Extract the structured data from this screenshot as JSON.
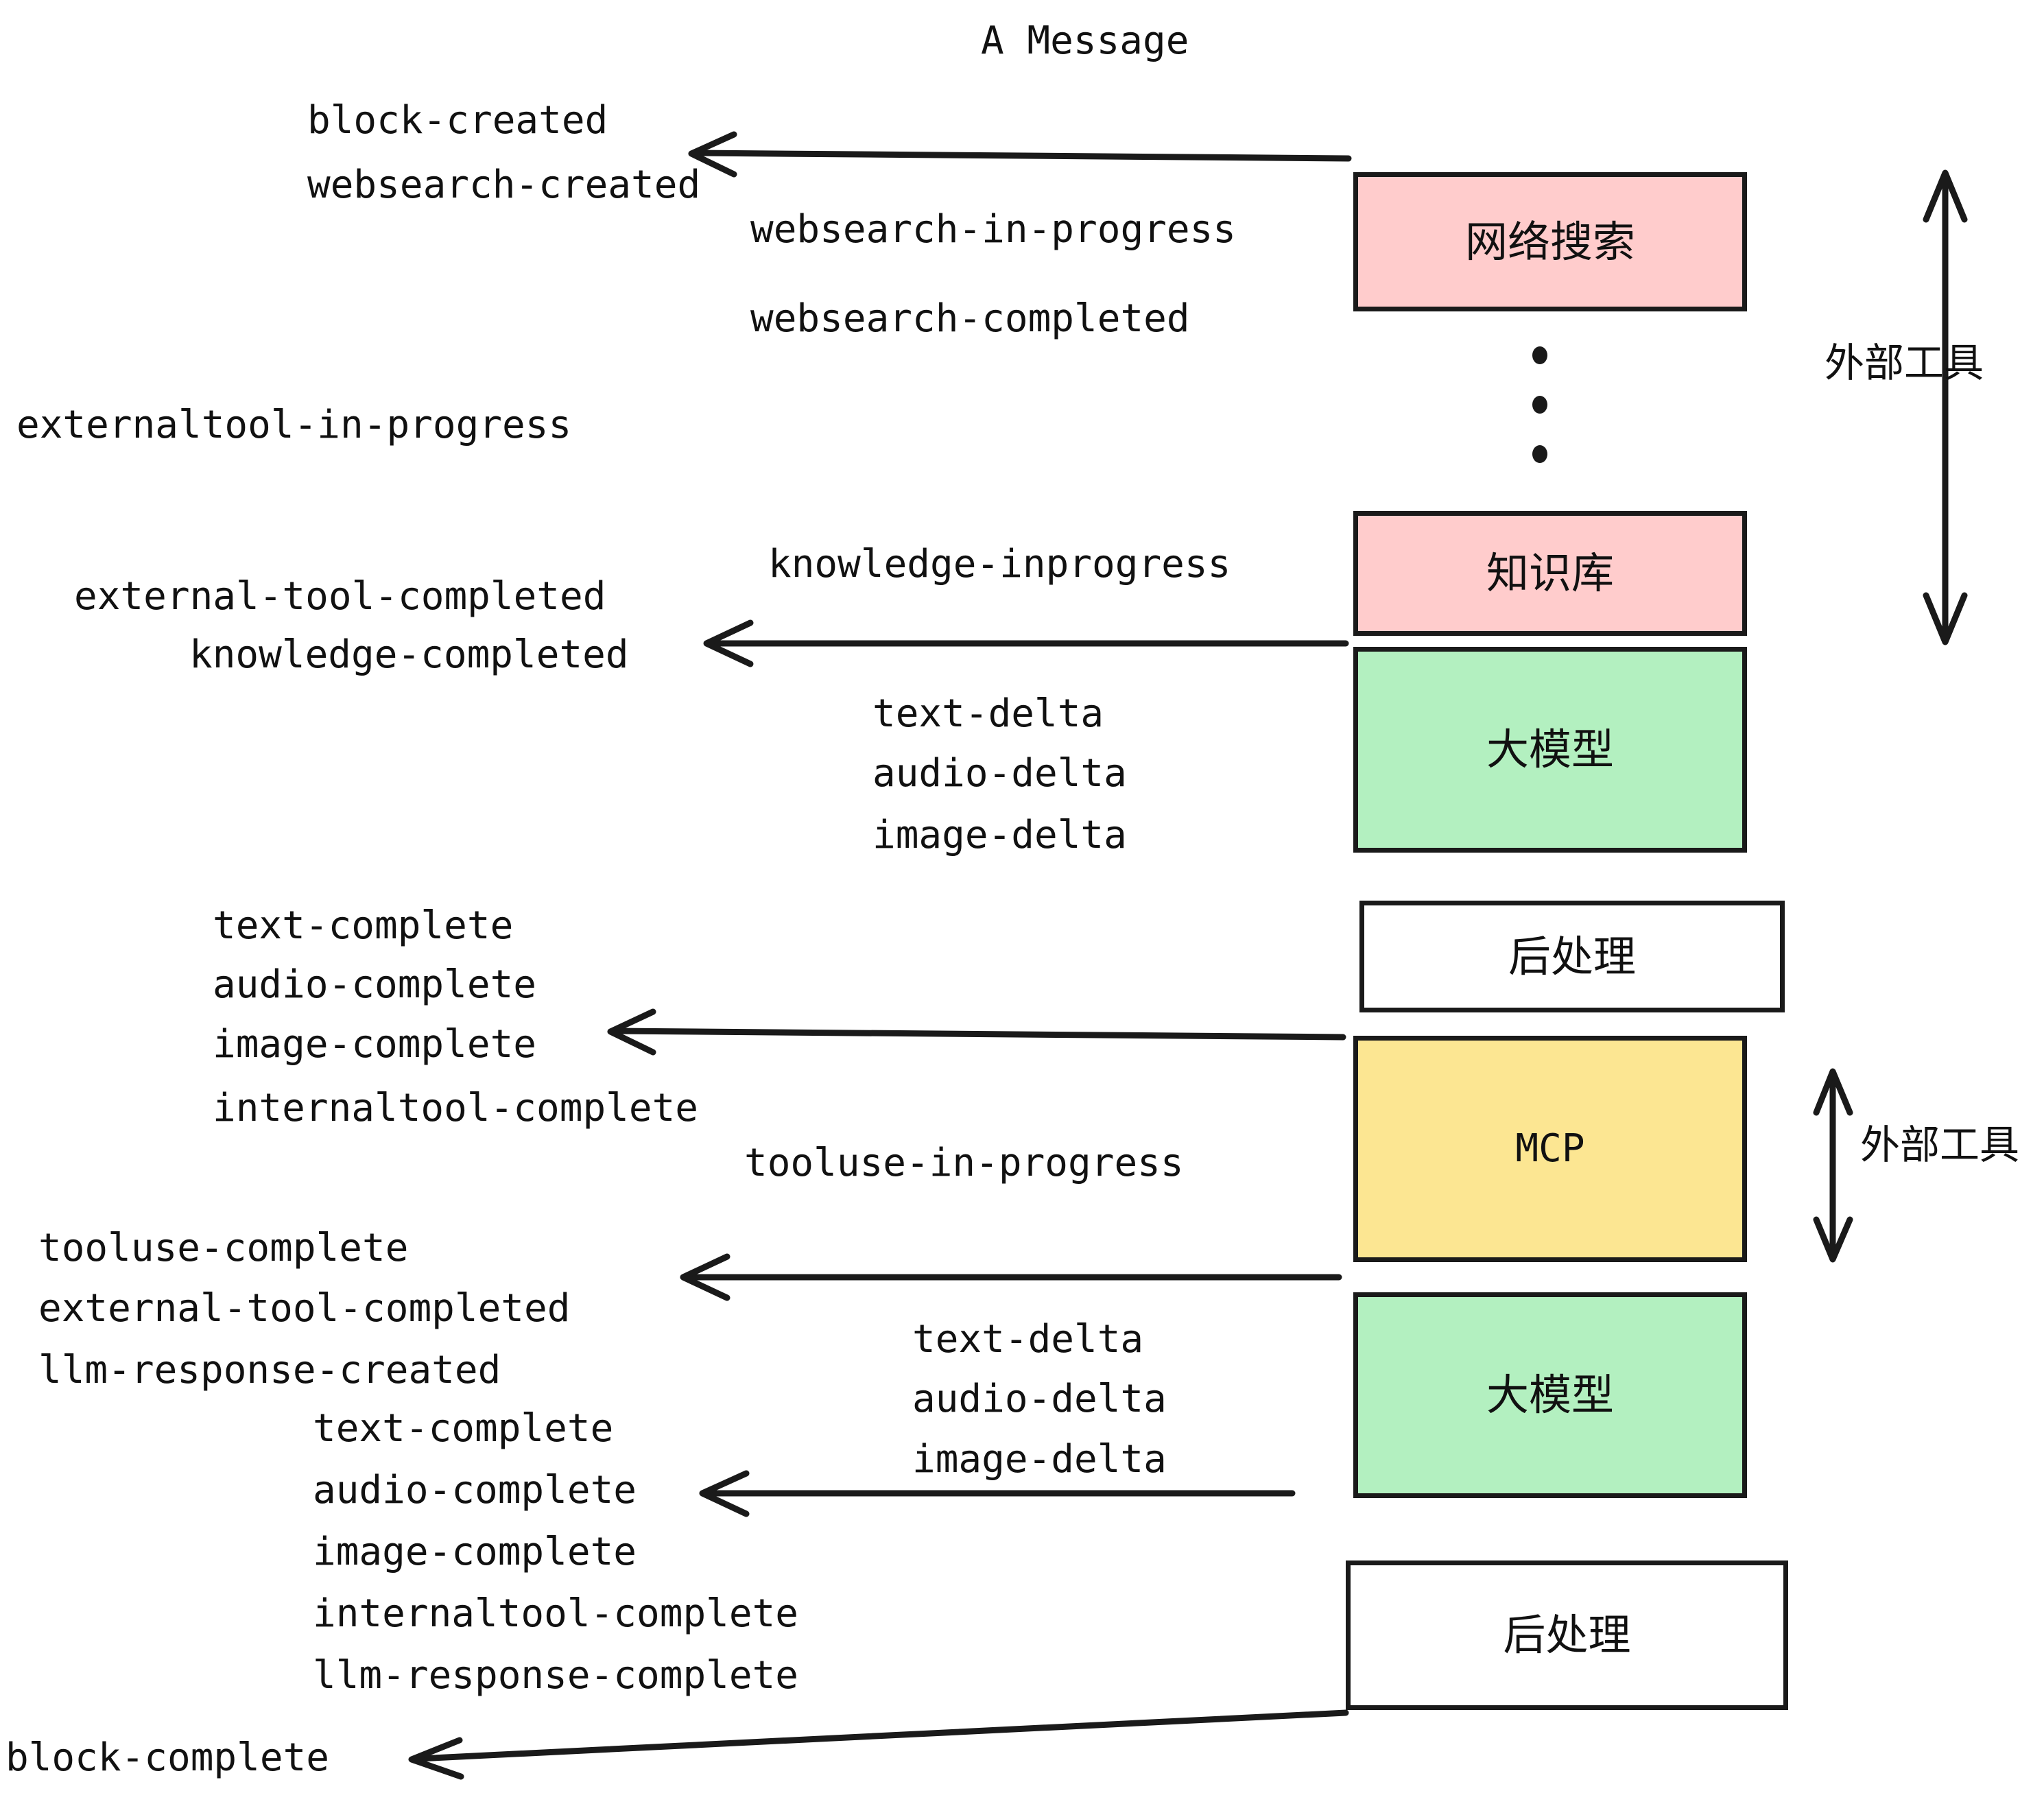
{
  "title": "A Message",
  "colors": {
    "pink": "#ffcccc",
    "green": "#b3f0c0",
    "yellow": "#fce692",
    "white": "#ffffff",
    "stroke": "#1a1a1a",
    "text": "#111111",
    "background": "#ffffff"
  },
  "boxes": [
    {
      "id": "websearch",
      "label": "网络搜索",
      "fill": "pink"
    },
    {
      "id": "knowledge",
      "label": "知识库",
      "fill": "pink"
    },
    {
      "id": "llm-1",
      "label": "大模型",
      "fill": "green"
    },
    {
      "id": "postprocess-1",
      "label": "后处理",
      "fill": "white"
    },
    {
      "id": "mcp",
      "label": "MCP",
      "fill": "yellow"
    },
    {
      "id": "llm-2",
      "label": "大模型",
      "fill": "green"
    },
    {
      "id": "postprocess-2",
      "label": "后处理",
      "fill": "white"
    }
  ],
  "side_labels": [
    {
      "id": "external-tools-top",
      "label": "外部工具"
    },
    {
      "id": "external-tools-bottom",
      "label": "外部工具"
    }
  ],
  "events": [
    {
      "id": "block-created",
      "text": "block-created"
    },
    {
      "id": "websearch-created",
      "text": "websearch-created"
    },
    {
      "id": "websearch-in-progress",
      "text": "websearch-in-progress"
    },
    {
      "id": "websearch-completed",
      "text": "websearch-completed"
    },
    {
      "id": "externaltool-in-progress",
      "text": "externaltool-in-progress"
    },
    {
      "id": "knowledge-inprogress",
      "text": "knowledge-inprogress"
    },
    {
      "id": "external-tool-completed-1",
      "text": "external-tool-completed"
    },
    {
      "id": "knowledge-completed",
      "text": "knowledge-completed"
    },
    {
      "id": "text-delta-1",
      "text": "text-delta"
    },
    {
      "id": "audio-delta-1",
      "text": "audio-delta"
    },
    {
      "id": "image-delta-1",
      "text": "image-delta"
    },
    {
      "id": "text-complete-1",
      "text": "text-complete"
    },
    {
      "id": "audio-complete-1",
      "text": "audio-complete"
    },
    {
      "id": "image-complete-1",
      "text": "image-complete"
    },
    {
      "id": "internaltool-complete-1",
      "text": "internaltool-complete"
    },
    {
      "id": "tooluse-in-progress",
      "text": "tooluse-in-progress"
    },
    {
      "id": "tooluse-complete",
      "text": "tooluse-complete"
    },
    {
      "id": "external-tool-completed-2",
      "text": "external-tool-completed"
    },
    {
      "id": "llm-response-created",
      "text": "llm-response-created"
    },
    {
      "id": "text-delta-2",
      "text": "text-delta"
    },
    {
      "id": "audio-delta-2",
      "text": "audio-delta"
    },
    {
      "id": "image-delta-2",
      "text": "image-delta"
    },
    {
      "id": "text-complete-2",
      "text": "text-complete"
    },
    {
      "id": "audio-complete-2",
      "text": "audio-complete"
    },
    {
      "id": "image-complete-2",
      "text": "image-complete"
    },
    {
      "id": "internaltool-complete-2",
      "text": "internaltool-complete"
    },
    {
      "id": "llm-response-complete",
      "text": "llm-response-complete"
    },
    {
      "id": "block-complete",
      "text": "block-complete"
    }
  ]
}
